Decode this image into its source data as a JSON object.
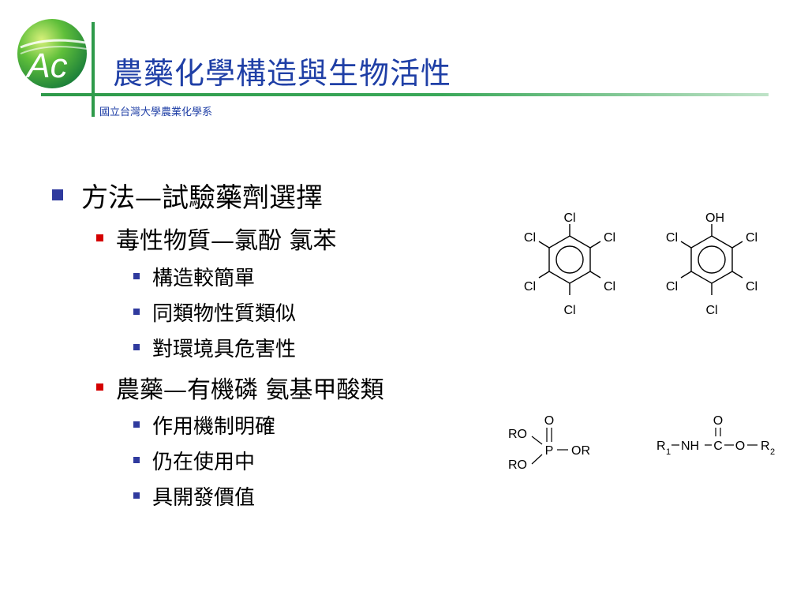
{
  "header": {
    "title": "農藥化學構造與生物活性",
    "department": "國立台灣大學農業化學系",
    "logo_text": "Ac"
  },
  "content": {
    "main_bullet": "方法—試驗藥劑選擇",
    "sections": [
      {
        "label": "毒性物質—氯酚  氯苯",
        "items": [
          "構造較簡單",
          "同類物性質類似",
          "對環境具危害性"
        ]
      },
      {
        "label": "農藥—有機磷  氨基甲酸類",
        "items": [
          "作用機制明確",
          "仍在使用中",
          "具開發價值"
        ]
      }
    ]
  },
  "structures": {
    "hexachlorobenzene": {
      "top": "Cl",
      "upper_left": "Cl",
      "upper_right": "Cl",
      "lower_left": "Cl",
      "lower_right": "Cl",
      "bottom": "Cl"
    },
    "pentachlorophenol": {
      "top": "OH",
      "upper_left": "Cl",
      "upper_right": "Cl",
      "lower_left": "Cl",
      "lower_right": "Cl",
      "bottom": "Cl"
    },
    "organophosphate": {
      "o": "O",
      "p": "P",
      "ro_top": "RO",
      "ro_bottom": "RO",
      "or_right": "OR"
    },
    "carbamate": {
      "r1": "R",
      "r1_sub": "1",
      "nh": "NH",
      "c": "C",
      "o_top": "O",
      "o": "O",
      "r2": "R",
      "r2_sub": "2"
    }
  },
  "colors": {
    "title": "#1f3fa6",
    "green": "#2e9a4a",
    "bullet_blue": "#2f3a9e",
    "bullet_red": "#d40000"
  }
}
